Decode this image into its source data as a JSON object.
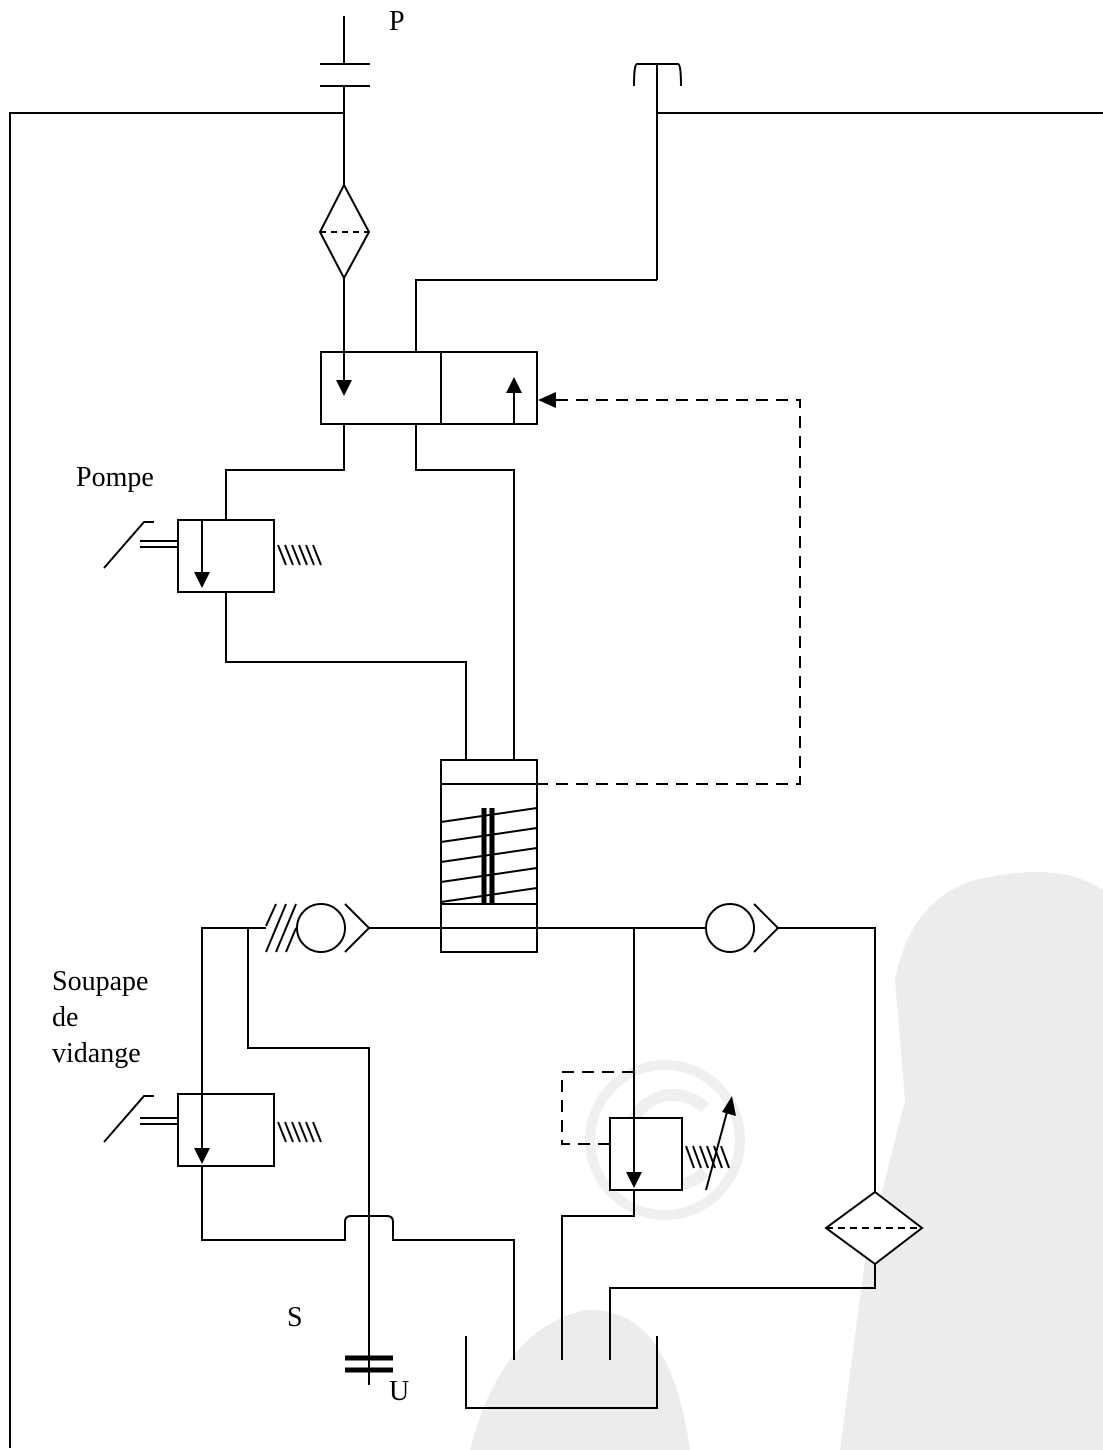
{
  "labels": {
    "p": "P",
    "pompe": "Pompe",
    "soupape_line1": "Soupape",
    "soupape_line2": "de",
    "soupape_line3": "vidange",
    "s": "S",
    "u": "U"
  },
  "colors": {
    "line": "#000000",
    "background": "#ffffff",
    "watermark": "#ececec"
  },
  "icons": {
    "watermark": "copyright-icon",
    "tank": "reservoir-icon",
    "filter": "filter-icon",
    "check_valve": "check-valve-icon",
    "accumulator": "accumulator-icon"
  }
}
